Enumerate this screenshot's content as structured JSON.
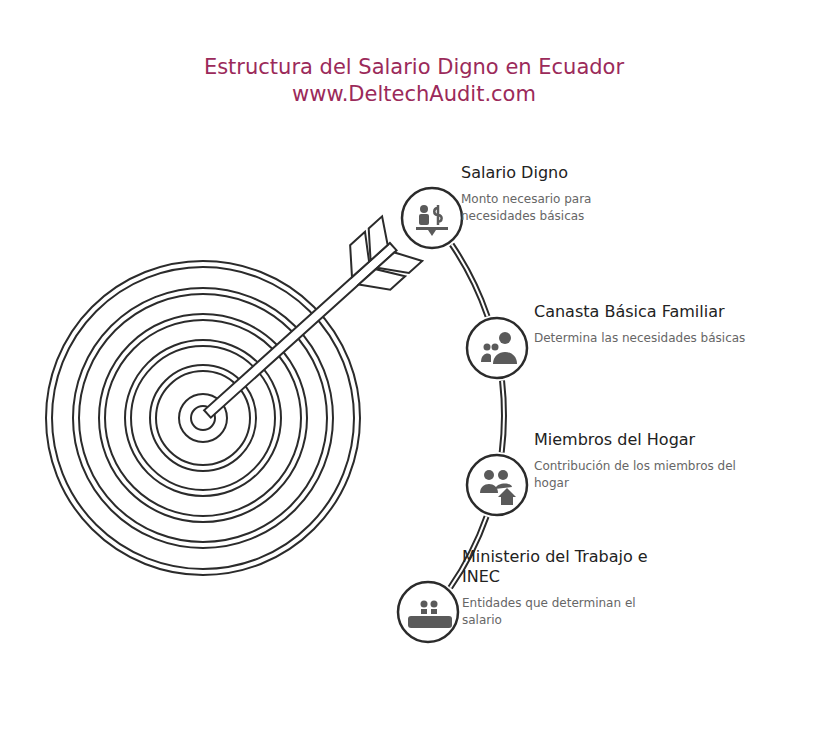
{
  "diagram": {
    "title": "Estructura del Salario Digno en Ecuador",
    "nodes": [
      {
        "text": [
          "Salario Digno",
          "Monto necesario para necesidades básicas"
        ]
      },
      {
        "text": [
          "Canasta Básica Familiar",
          "Determina las necesidades básicas"
        ]
      },
      {
        "text": [
          "Miembros del Hogar",
          "Contribución de los miembros del hogar"
        ]
      },
      {
        "text": [
          "Ministerio del Trabajo e INEC",
          "Entidades que determinan el salario"
        ]
      }
    ],
    "edges": [
      {
        "from": 0,
        "to": 1,
        "arrow": "none"
      },
      {
        "from": 1,
        "to": 2,
        "arrow": "none"
      },
      {
        "from": 2,
        "to": 3,
        "arrow": "none"
      }
    ],
    "labels": [
      "www.DeltechAudit.com"
    ]
  }
}
